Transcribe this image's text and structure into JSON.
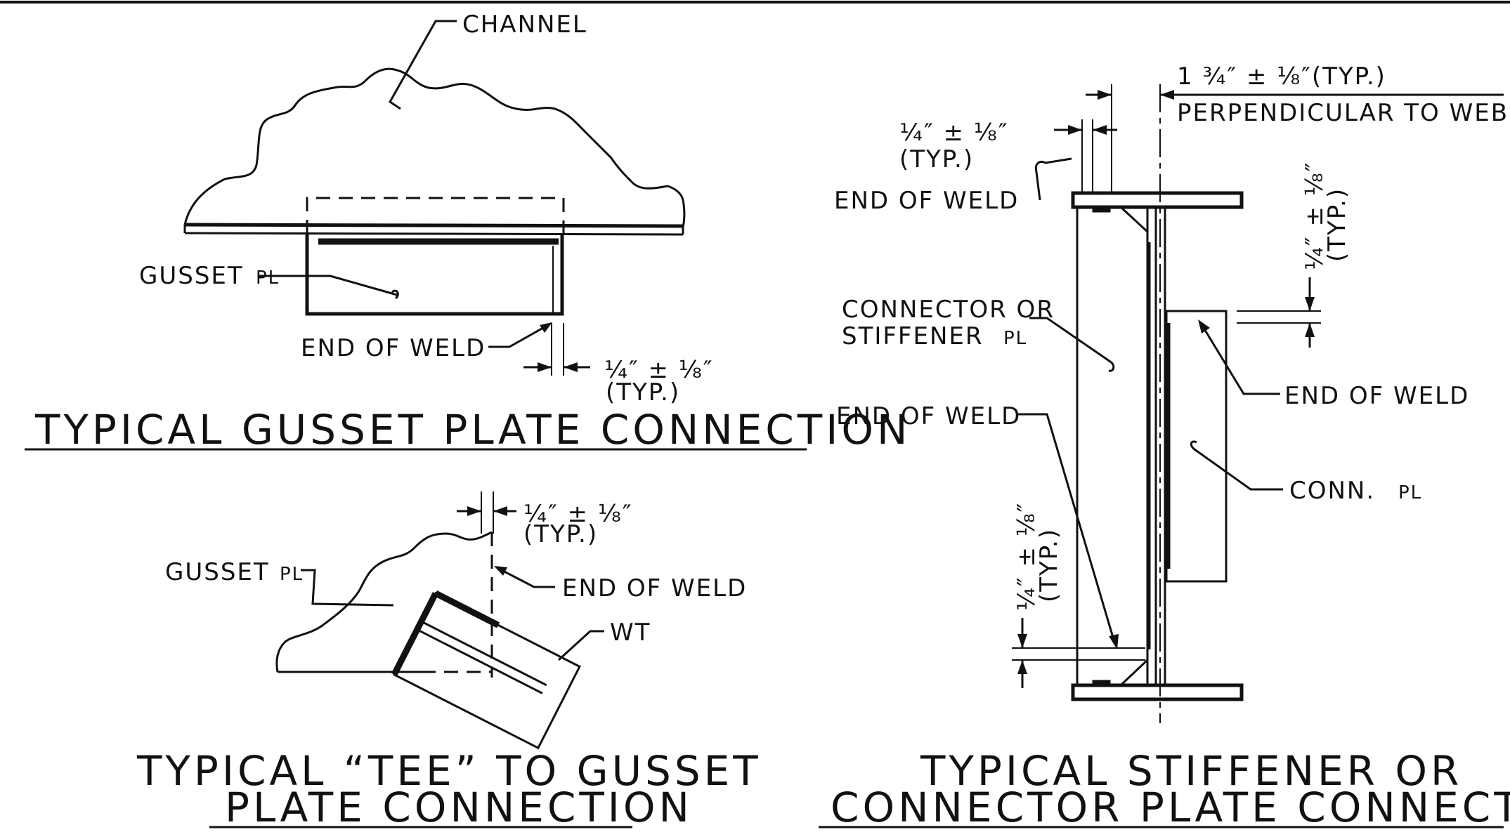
{
  "gusset_detail": {
    "channel_label": "CHANNEL",
    "gusset_label": "GUSSET",
    "plate_symbol": "PL",
    "end_of_weld_label": "END OF WELD",
    "dimension": "¼″ ± ⅛″",
    "typ_label": "(TYP.)",
    "title": "TYPICAL GUSSET PLATE CONNECTION"
  },
  "tee_detail": {
    "gusset_label": "GUSSET",
    "plate_symbol": "PL",
    "end_of_weld_label": "END OF WELD",
    "wt_label": "WT",
    "dimension": "¼″ ± ⅛″",
    "typ_label": "(TYP.)",
    "title_line1": "TYPICAL  “TEE” TO GUSSET",
    "title_line2": "PLATE CONNECTION"
  },
  "stiffener_detail": {
    "dim_top": "1 ¾″ ± ⅛″(TYP.)",
    "perpendicular_label": "PERPENDICULAR TO WEB",
    "dim_small": "¼″ ± ⅛″",
    "typ_label": "(TYP.)",
    "end_of_weld_top": "END OF WELD",
    "connector_line1": "CONNECTOR OR",
    "connector_line2": "STIFFENER",
    "plate_symbol": "PL",
    "end_of_weld_left": "END OF WELD",
    "end_of_weld_right": "END OF WELD",
    "conn_label": "CONN.",
    "dim_right_vertical": "¼″ ± ⅛″",
    "typ_right_vertical": "(TYP.)",
    "dim_left_vertical": "¼″ ± ⅛″",
    "typ_left_vertical": "(TYP.)",
    "title_line1": "TYPICAL STIFFENER OR",
    "title_line2": "CONNECTOR PLATE CONNECTIONS"
  },
  "icons": [
    "plate-symbol-icon",
    "arrowhead-icon",
    "break-line-icon"
  ]
}
